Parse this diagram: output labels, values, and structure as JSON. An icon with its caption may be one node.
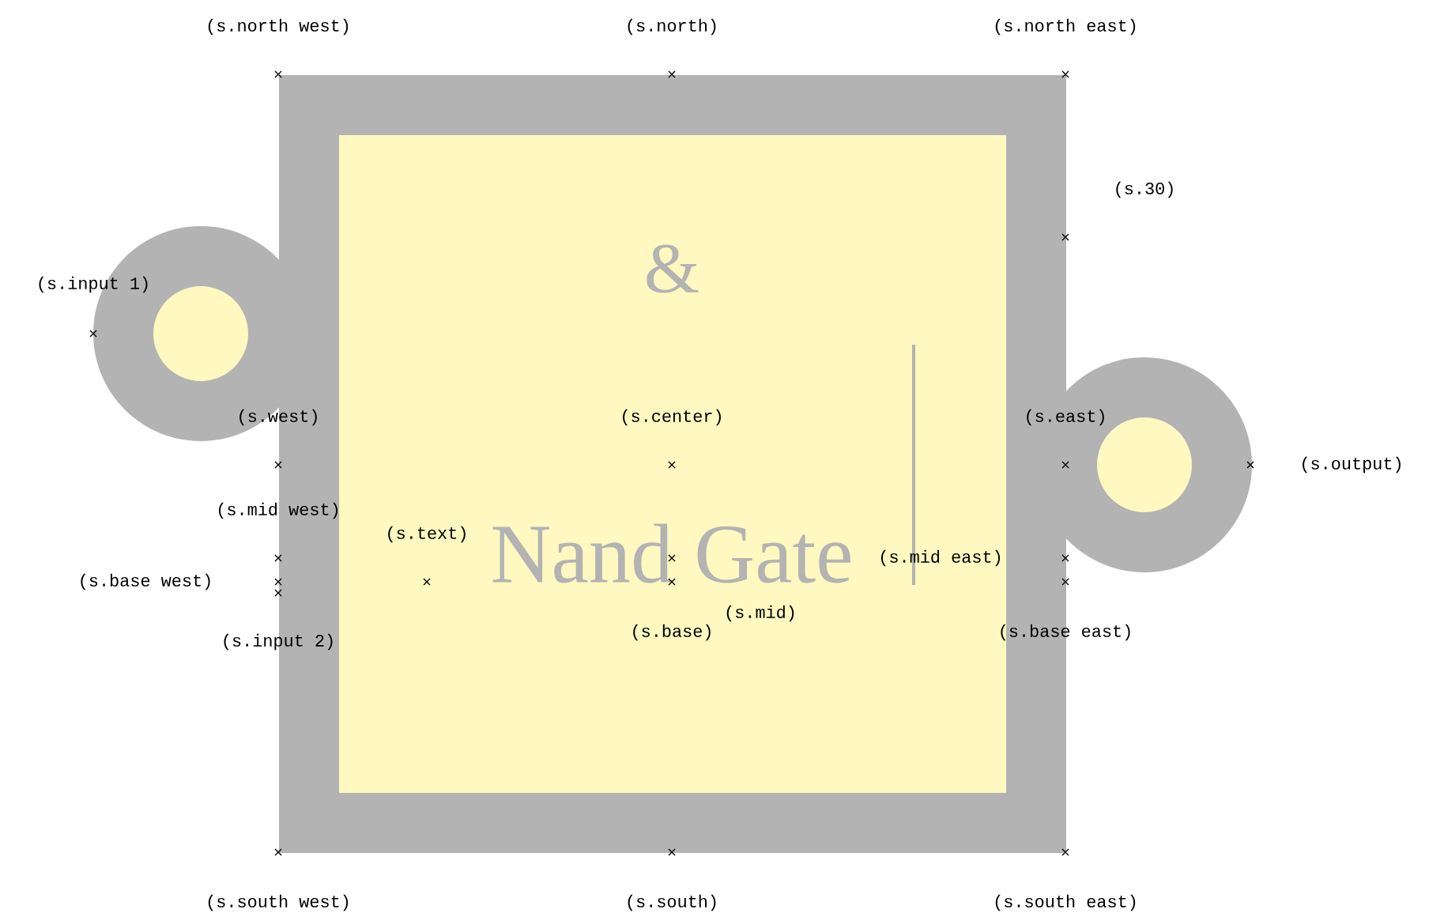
{
  "diagram": {
    "nodes": [
      {
        "text": [
          "&",
          "Nand Gate"
        ]
      }
    ],
    "labels": [
      "(s.north west)",
      "(s.north)",
      "(s.north east)",
      "(s.30)",
      "(s.input 1)",
      "(s.west)",
      "(s.center)",
      "(s.east)",
      "(s.output)",
      "(s.mid west)",
      "(s.text)",
      "(s.mid)",
      "(s.mid east)",
      "(s.base west)",
      "(s.input 2)",
      "(s.base)",
      "(s.base east)",
      "(s.south west)",
      "(s.south)",
      "(s.south east)"
    ]
  }
}
